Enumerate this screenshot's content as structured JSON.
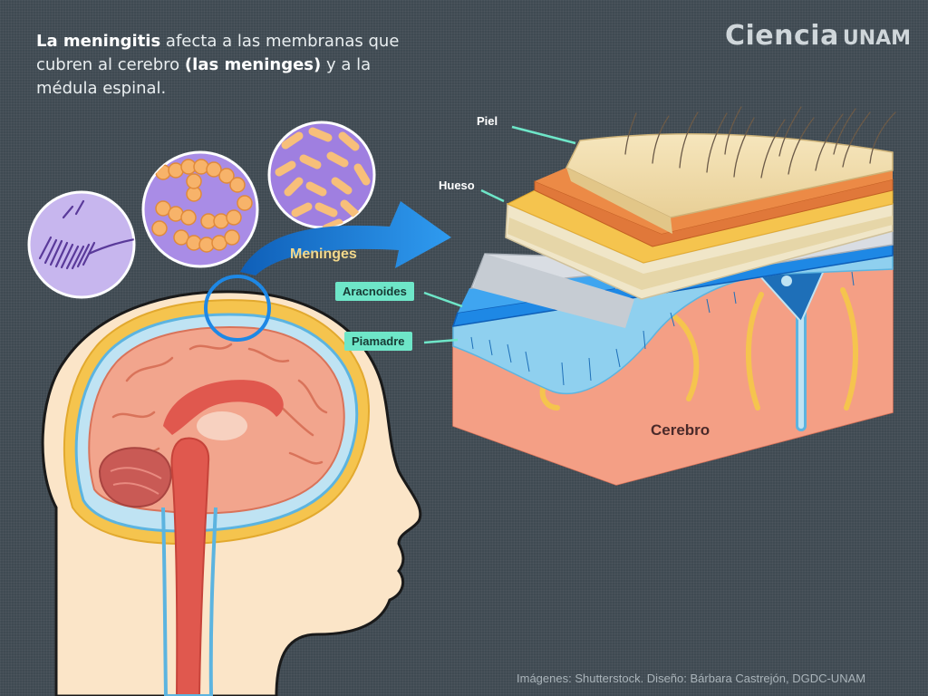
{
  "intro": {
    "bold_1": "La meningitis",
    "text_1": " afecta a las membranas que cubren al cerebro ",
    "bold_2": "(las meninges)",
    "text_2": " y a la médula espinal."
  },
  "logo": {
    "part1": "Ciencia",
    "part2": "UNAM"
  },
  "arrow_label": "Meninges",
  "layers": {
    "piel": "Piel",
    "hueso": "Hueso",
    "aracnoides": "Aracnoides",
    "piamadre": "Piamadre",
    "cerebro": "Cerebro"
  },
  "credit": "Imágenes: Shutterstock. Diseño: Bárbara Castrejón, DGDC-UNAM",
  "colors": {
    "background": "#3f4a52",
    "label_box": "#6ee6c8",
    "arrow": "#1e88e5",
    "skin": "#f2dca8",
    "bone": "#e0783a",
    "brain": "#f0957a"
  }
}
